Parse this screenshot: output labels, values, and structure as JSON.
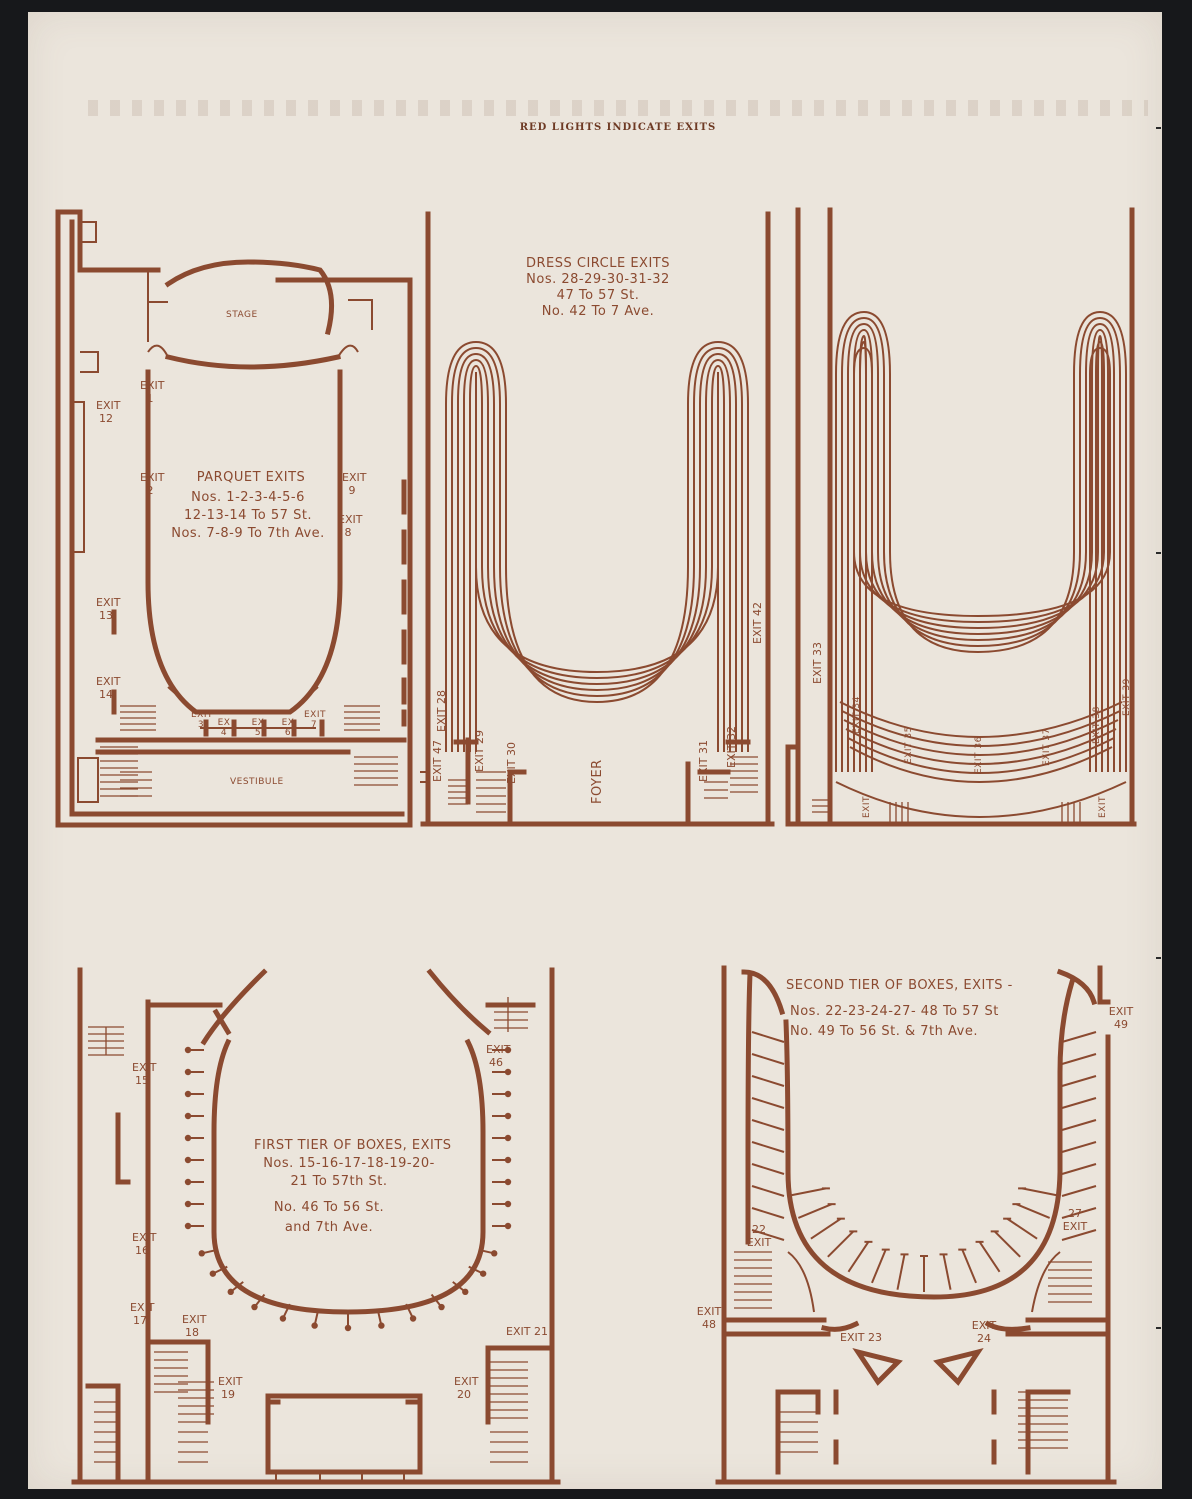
{
  "header": {
    "notice": "RED LIGHTS INDICATE EXITS"
  },
  "parquet": {
    "title": "PARQUET EXITS",
    "lines": [
      "Nos. 1-2-3-4-5-6",
      "12-13-14 To 57 St.",
      "Nos. 7-8-9 To 7th Ave."
    ],
    "stage": "STAGE",
    "vestibule": "VESTIBULE",
    "exits": {
      "e1": "EXIT 1",
      "e2": "EXIT 2",
      "e12": "EXIT 12",
      "e13": "EXIT 13",
      "e14": "EXIT 14",
      "e9": "EXIT 9",
      "e8": "EXIT 8",
      "e3": "EXIT 3",
      "e4": "EX 4",
      "e5": "EX 5",
      "e6": "EX 6",
      "e7": "EXIT 7"
    }
  },
  "dress_circle": {
    "title": "DRESS CIRCLE EXITS",
    "lines": [
      "Nos. 28-29-30-31-32",
      "47 To 57 St.",
      "No. 42 To 7 Ave."
    ],
    "foyer": "FOYER",
    "exits": {
      "e28": "EXIT 28",
      "e47": "EXIT 47",
      "e29": "EXIT 29",
      "e30": "EXIT 30",
      "e31": "EXIT 31",
      "e32": "EXIT 32",
      "e42": "EXIT 42"
    }
  },
  "balcony": {
    "exits": {
      "e33": "EXIT 33",
      "e34": "EXIT 34",
      "e35": "EXIT 35",
      "e36": "EXIT 36",
      "e37": "EXIT 37",
      "e38": "EXIT 38",
      "e39": "EXIT 39",
      "eL": "EXIT",
      "eR": "EXIT"
    }
  },
  "first_tier": {
    "title": "FIRST TIER OF BOXES, EXITS",
    "lines": [
      "Nos. 15-16-17-18-19-20-",
      "21 To 57th St.",
      "No. 46 To 56 St.",
      "and 7th Ave."
    ],
    "exits": {
      "e15": "EXIT 15",
      "e16": "EXIT 16",
      "e17": "EXIT 17",
      "e18": "EXIT 18",
      "e19": "EXIT 19",
      "e20": "EXIT 20",
      "e21": "EXIT 21",
      "e46": "EXIT 46"
    }
  },
  "second_tier": {
    "title": "SECOND TIER OF BOXES, EXITS -",
    "lines": [
      "Nos. 22-23-24-27- 48 To 57 St",
      "No. 49 To 56 St. & 7th Ave."
    ],
    "exits": {
      "e22": "22 EXIT",
      "e27": "27 EXIT",
      "e48": "EXIT 48",
      "e49": "EXIT 49",
      "e23": "EXIT 23",
      "e24": "EXIT 24"
    }
  },
  "colors": {
    "ink": "#8b4a30",
    "paper": "#ebe5dc",
    "background": "#17181b"
  }
}
